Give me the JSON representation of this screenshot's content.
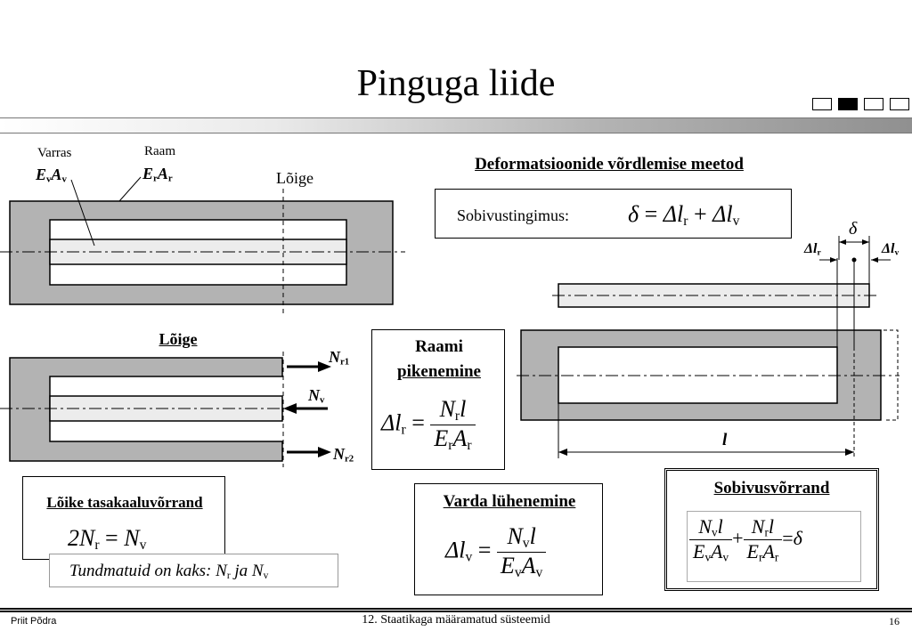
{
  "title": "Pinguga liide",
  "nav": {
    "squares": 4,
    "active_index": 1
  },
  "top_drawing": {
    "varras_label": "Varras",
    "varras_E": "E",
    "varras_sub1": "v",
    "varras_A": "A",
    "varras_sub2": "v",
    "raam_label": "Raam",
    "raam_E": "E",
    "raam_sub1": "r",
    "raam_A": "A",
    "raam_sub2": "r",
    "loige_label": "Lõige"
  },
  "method": {
    "heading": "Deformatsioonide võrdlemise meetod",
    "condition_label": "Sobivustingimus:",
    "condition_eq": {
      "lhs": "δ",
      "eq": "=",
      "d1": "Δl",
      "s1": "r",
      "plus": "+",
      "d2": "Δl",
      "s2": "v"
    }
  },
  "cut": {
    "heading": "Lõige",
    "nr1": "N",
    "nr1_sub": "r1",
    "nv": "N",
    "nv_sub": "v",
    "nr2": "N",
    "nr2_sub": "r2"
  },
  "equilibrium": {
    "heading": "Lõike tasakaaluvõrrand",
    "eq_lhs": "2N",
    "eq_lhs_sub": "r",
    "eq_eq": "=",
    "eq_rhs": "N",
    "eq_rhs_sub": "v"
  },
  "unknowns": {
    "text": "Tundmatuid on kaks: ",
    "n1": "N",
    "n1_sub": "r",
    "mid": " ja ",
    "n2": "N",
    "n2_sub": "v"
  },
  "frame_elong": {
    "heading_line1": "Raami",
    "heading_line2": "pikenemine",
    "lhs": "Δl",
    "lhs_sub": "r",
    "eq": "=",
    "num": "N",
    "num_sub": "r",
    "num_l": "l",
    "den_E": "E",
    "den_E_sub": "r",
    "den_A": "A",
    "den_A_sub": "r"
  },
  "rod_short": {
    "heading": "Varda lühenemine",
    "lhs": "Δl",
    "lhs_sub": "v",
    "eq": "=",
    "num": "N",
    "num_sub": "v",
    "num_l": "l",
    "den_E": "E",
    "den_E_sub": "v",
    "den_A": "A",
    "den_A_sub": "v"
  },
  "compat": {
    "heading": "Sobivusvõrrand",
    "t1_num": "N",
    "t1_num_sub": "v",
    "t1_l": "l",
    "t1_den_E": "E",
    "t1_den_E_sub": "v",
    "t1_den_A": "A",
    "t1_den_A_sub": "v",
    "plus": "+",
    "t2_num": "N",
    "t2_num_sub": "r",
    "t2_l": "l",
    "t2_den_E": "E",
    "t2_den_E_sub": "r",
    "t2_den_A": "A",
    "t2_den_A_sub": "r",
    "eq": "=",
    "rhs": "δ"
  },
  "right_drawing": {
    "delta": "δ",
    "dlr": "Δl",
    "dlr_sub": "r",
    "dlv": "Δl",
    "dlv_sub": "v",
    "length": "l"
  },
  "footer": {
    "author": "Priit Põdra",
    "course": "12. Staatikaga määramatud süsteemid",
    "page": "16"
  },
  "colors": {
    "frame_gray": "#b3b3b3",
    "rod_gray": "#ececec"
  }
}
